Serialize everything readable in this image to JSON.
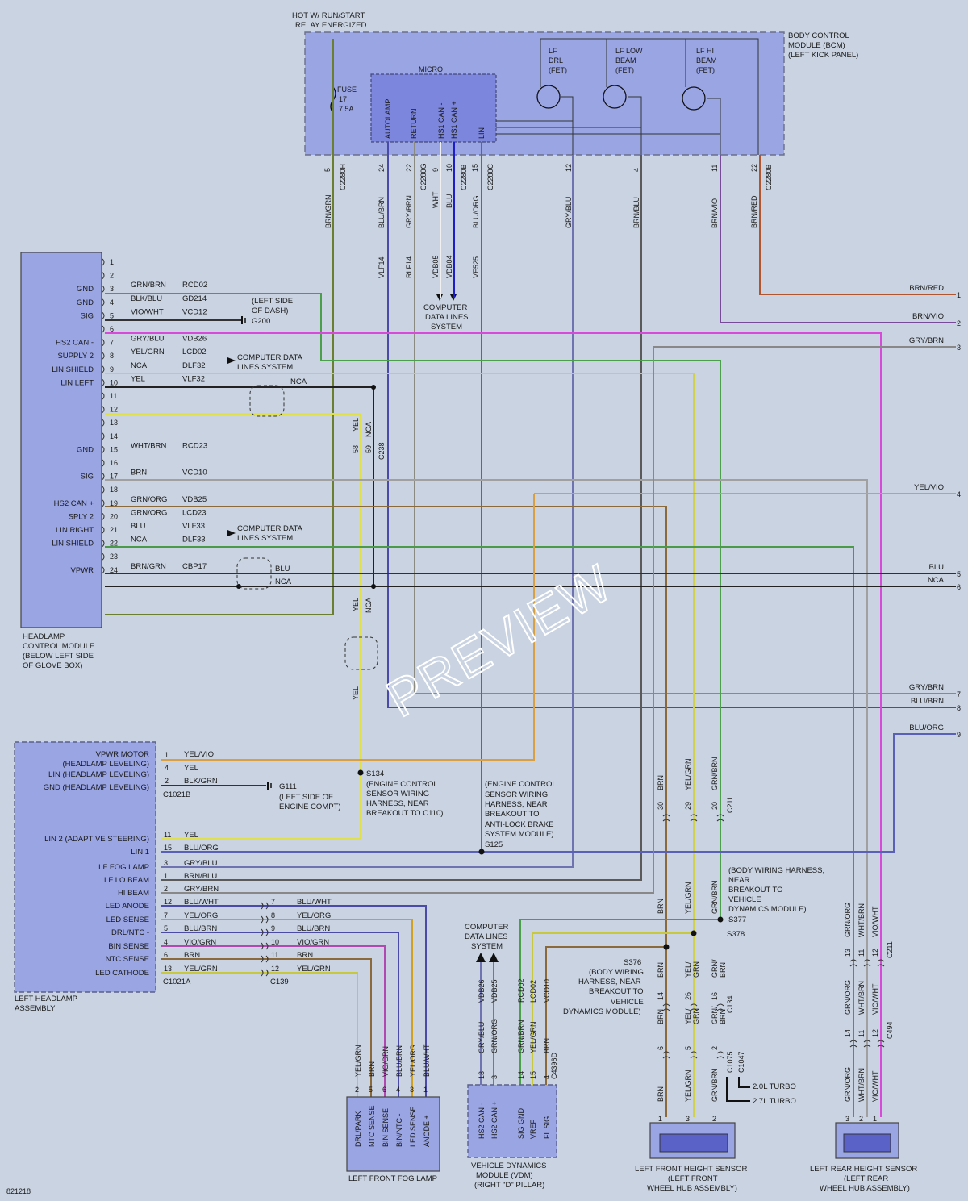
{
  "bcm": {
    "supply": [
      "HOT W/ RUN/START",
      "RELAY ENERGIZED"
    ],
    "name": [
      "BODY CONTROL",
      "MODULE (BCM)",
      "(LEFT KICK PANEL)"
    ],
    "fuse": [
      "FUSE",
      "17",
      "7.5A"
    ],
    "micro": "MICRO",
    "micro_pins": [
      "AUTOLAMP",
      "RETURN",
      "HS1 CAN -",
      "HS1 CAN +",
      "LIN"
    ],
    "fets": [
      [
        "LF",
        "DRL",
        "(FET)"
      ],
      [
        "LF LOW",
        "BEAM",
        "(FET)"
      ],
      [
        "LF HI",
        "BEAM",
        "(FET)"
      ]
    ],
    "pins": [
      "5",
      "24",
      "22",
      "9",
      "10",
      "15",
      "12",
      "4",
      "11",
      "22"
    ],
    "connectors": [
      "C2280H",
      "C2280G",
      "C2280B",
      "C2280C",
      "C2280B"
    ],
    "wires": [
      "BRN/GRN",
      "BLU/BRN",
      "GRY/BRN",
      "WHT",
      "BLU",
      "BLU/ORG",
      "GRY/BLU",
      "BRN/BLU",
      "BRN/VIO",
      "BRN/RED"
    ],
    "circuits": [
      "VLF14",
      "RLF14",
      "VDB05",
      "VDB04",
      "VE525"
    ],
    "data_lines": [
      "COMPUTER",
      "DATA LINES",
      "SYSTEM"
    ]
  },
  "hcm": {
    "name": [
      "HEADLAMP",
      "CONTROL MODULE",
      "(BELOW LEFT SIDE",
      "OF GLOVE BOX)"
    ],
    "pins": [
      "1",
      "2",
      "3",
      "4",
      "5",
      "6",
      "7",
      "8",
      "9",
      "10",
      "11",
      "12",
      "13",
      "14",
      "15",
      "16",
      "17",
      "18",
      "19",
      "20",
      "21",
      "22",
      "23",
      "24"
    ],
    "labels": [
      {
        "pin": "3",
        "text": "GND"
      },
      {
        "pin": "4",
        "text": "GND"
      },
      {
        "pin": "5",
        "text": "SIG"
      },
      {
        "pin": "7",
        "text": "HS2 CAN -"
      },
      {
        "pin": "8",
        "text": "SUPPLY 2"
      },
      {
        "pin": "9",
        "text": "LIN SHIELD"
      },
      {
        "pin": "10",
        "text": "LIN LEFT"
      },
      {
        "pin": "15",
        "text": "GND"
      },
      {
        "pin": "17",
        "text": "SIG"
      },
      {
        "pin": "19",
        "text": "HS2 CAN +"
      },
      {
        "pin": "20",
        "text": "SPLY 2"
      },
      {
        "pin": "21",
        "text": "LIN RIGHT"
      },
      {
        "pin": "22",
        "text": "LIN SHIELD"
      },
      {
        "pin": "24",
        "text": "VPWR"
      }
    ],
    "wires": [
      {
        "pin": "3",
        "color": "GRN/BRN",
        "circuit": "RCD02"
      },
      {
        "pin": "4",
        "color": "BLK/BLU",
        "circuit": "GD214"
      },
      {
        "pin": "5",
        "color": "VIO/WHT",
        "circuit": "VCD12"
      },
      {
        "pin": "7",
        "color": "GRY/BLU",
        "circuit": "VDB26"
      },
      {
        "pin": "8",
        "color": "YEL/GRN",
        "circuit": "LCD02"
      },
      {
        "pin": "9",
        "color": "NCA",
        "circuit": "DLF32"
      },
      {
        "pin": "10",
        "color": "YEL",
        "circuit": "VLF32"
      },
      {
        "pin": "15",
        "color": "WHT/BRN",
        "circuit": "RCD23"
      },
      {
        "pin": "17",
        "color": "BRN",
        "circuit": "VCD10"
      },
      {
        "pin": "19",
        "color": "GRN/ORG",
        "circuit": "VDB25"
      },
      {
        "pin": "20",
        "color": "GRN/ORG",
        "circuit": "LCD23"
      },
      {
        "pin": "21",
        "color": "BLU",
        "circuit": "VLF33"
      },
      {
        "pin": "22",
        "color": "NCA",
        "circuit": "DLF33"
      },
      {
        "pin": "24",
        "color": "BRN/GRN",
        "circuit": "CBP17"
      }
    ],
    "ground_note": [
      "(LEFT SIDE",
      "OF DASH)"
    ],
    "ground": "G200",
    "data_lines": [
      "COMPUTER DATA",
      "LINES SYSTEM"
    ],
    "nca": "NCA",
    "blu": "BLU",
    "c238": "C238",
    "c238_pins": [
      "58",
      "59"
    ],
    "c238_wires": [
      "YEL",
      "NCA"
    ]
  },
  "offpage": [
    {
      "num": "1",
      "color": "BRN/RED"
    },
    {
      "num": "2",
      "color": "BRN/VIO"
    },
    {
      "num": "3",
      "color": "GRY/BRN"
    },
    {
      "num": "4",
      "color": "YEL/VIO"
    },
    {
      "num": "5",
      "color": "BLU"
    },
    {
      "num": "6",
      "color": "NCA"
    },
    {
      "num": "7",
      "color": "GRY/BRN"
    },
    {
      "num": "8",
      "color": "BLU/BRN"
    },
    {
      "num": "9",
      "color": "BLU/ORG"
    }
  ],
  "lha": {
    "name": [
      "LEFT HEADLAMP",
      "ASSEMBLY"
    ],
    "top_labels": [
      "VPWR MOTOR",
      "(HEADLAMP LEVELING)",
      "LIN (HEADLAMP LEVELING)",
      "GND (HEADLAMP LEVELING)"
    ],
    "top_pins": [
      "1",
      "4",
      "2"
    ],
    "top_wires": [
      "YEL/VIO",
      "YEL",
      "BLK/GRN"
    ],
    "c1021b": "C1021B",
    "ground": "G111",
    "ground_note": [
      "(LEFT SIDE OF",
      "ENGINE COMPT)"
    ],
    "s134": "S134",
    "s134_note": [
      "(ENGINE CONTROL",
      "SENSOR WIRING",
      "HARNESS, NEAR",
      "BREAKOUT TO C110)"
    ],
    "s125_note": [
      "(ENGINE CONTROL",
      "SENSOR WIRING",
      "HARNESS, NEAR",
      "BREAKOUT TO",
      "ANTI-LOCK BRAKE",
      "SYSTEM MODULE)"
    ],
    "s125": "S125",
    "labels": [
      "LIN 2 (ADAPTIVE STEERING)",
      "LIN 1",
      "LF FOG LAMP",
      "LF LO BEAM",
      "HI BEAM",
      "LED ANODE",
      "LED SENSE",
      "DRL/NTC -",
      "BIN SENSE",
      "NTC SENSE",
      "LED CATHODE"
    ],
    "pins": [
      "11",
      "15",
      "3",
      "1",
      "2",
      "12",
      "7",
      "5",
      "4",
      "6",
      "13"
    ],
    "wires": [
      "YEL",
      "BLU/ORG",
      "GRY/BLU",
      "BRN/BLU",
      "GRY/BRN",
      "BLU/WHT",
      "YEL/ORG",
      "BLU/BRN",
      "VIO/GRN",
      "BRN",
      "YEL/GRN"
    ],
    "c1021a": "C1021A",
    "c139": "C139",
    "c139_pins": [
      "7",
      "8",
      "9",
      "10",
      "11",
      "12"
    ],
    "c139_wires": [
      "BLU/WHT",
      "YEL/ORG",
      "BLU/BRN",
      "VIO/GRN",
      "BRN",
      "YEL/GRN"
    ]
  },
  "fog": {
    "name": "LEFT FRONT FOG LAMP",
    "wires": [
      "YEL/GRN",
      "BRN",
      "VIO/GRN",
      "BLU/BRN",
      "YEL/ORG",
      "BLU/WHT"
    ],
    "pins": [
      "2",
      "5",
      "6",
      "4",
      "3",
      "1"
    ],
    "labels": [
      "DRL/PARK",
      "NTC SENSE",
      "BIN SENSE",
      "BIN/NTC -",
      "LED SENSE",
      "ANODE +"
    ]
  },
  "vdm": {
    "name": [
      "VEHICLE DYNAMICS",
      "MODULE (VDM)",
      "(RIGHT \"D\" PILLAR)"
    ],
    "data_lines": [
      "COMPUTER",
      "DATA LINES",
      "SYSTEM"
    ],
    "circuits": [
      "VDB26",
      "VDB25",
      "RCD02",
      "LCD02",
      "VCD10"
    ],
    "wires": [
      "GRY/BLU",
      "GRN/ORG",
      "GRN/BRN",
      "YEL/GRN",
      "BRN"
    ],
    "pins": [
      "13",
      "3",
      "14",
      "15",
      "4"
    ],
    "connector": "C4396D",
    "labels": [
      "HS2 CAN -",
      "HS2 CAN +",
      "SIG GND",
      "VREF",
      "FL SIG"
    ]
  },
  "lfhs": {
    "name": [
      "LEFT FRONT HEIGHT SENSOR",
      "(LEFT FRONT",
      "WHEEL HUB ASSEMBLY)"
    ],
    "c211": "C211",
    "c211_pins": [
      "30",
      "29",
      "20"
    ],
    "wires_top": [
      "BRN",
      "YEL/GRN",
      "GRN/BRN"
    ],
    "s377": "S377",
    "s378": "S378",
    "s377_note": [
      "(BODY WIRING HARNESS,",
      "NEAR",
      "BREAKOUT TO",
      "VEHICLE",
      "DYNAMICS MODULE)"
    ],
    "s376": "S376",
    "s376_note": [
      "(BODY WIRING",
      "HARNESS, NEAR",
      "BREAKOUT TO",
      "VEHICLE",
      "DYNAMICS MODULE)"
    ],
    "mid_wires": [
      "BRN",
      "YEL/",
      "GRN",
      "GRN/",
      "BRN"
    ],
    "c134": "C134",
    "c134_pins": [
      "14",
      "26",
      "16"
    ],
    "c1075": "C1075",
    "c1047": "C1047",
    "c1075_pins": [
      "6",
      "5",
      "2"
    ],
    "turbo": [
      "2.0L TURBO",
      "2.7L TURBO"
    ],
    "bottom_wires": [
      "BRN",
      "YEL/GRN",
      "GRN/BRN"
    ],
    "pins": [
      "1",
      "3",
      "2"
    ]
  },
  "lrhs": {
    "name": [
      "LEFT REAR HEIGHT SENSOR",
      "(LEFT REAR",
      "WHEEL HUB ASSEMBLY)"
    ],
    "wires": [
      "GRN/ORG",
      "WHT/BRN",
      "VIO/WHT"
    ],
    "c211": "C211",
    "c211_pins": [
      "13",
      "11",
      "12"
    ],
    "c494": "C494",
    "c494_pins": [
      "14",
      "11",
      "12"
    ],
    "pins": [
      "3",
      "2",
      "1"
    ]
  },
  "watermark": "PREVIEW",
  "diagram_id": "821218"
}
